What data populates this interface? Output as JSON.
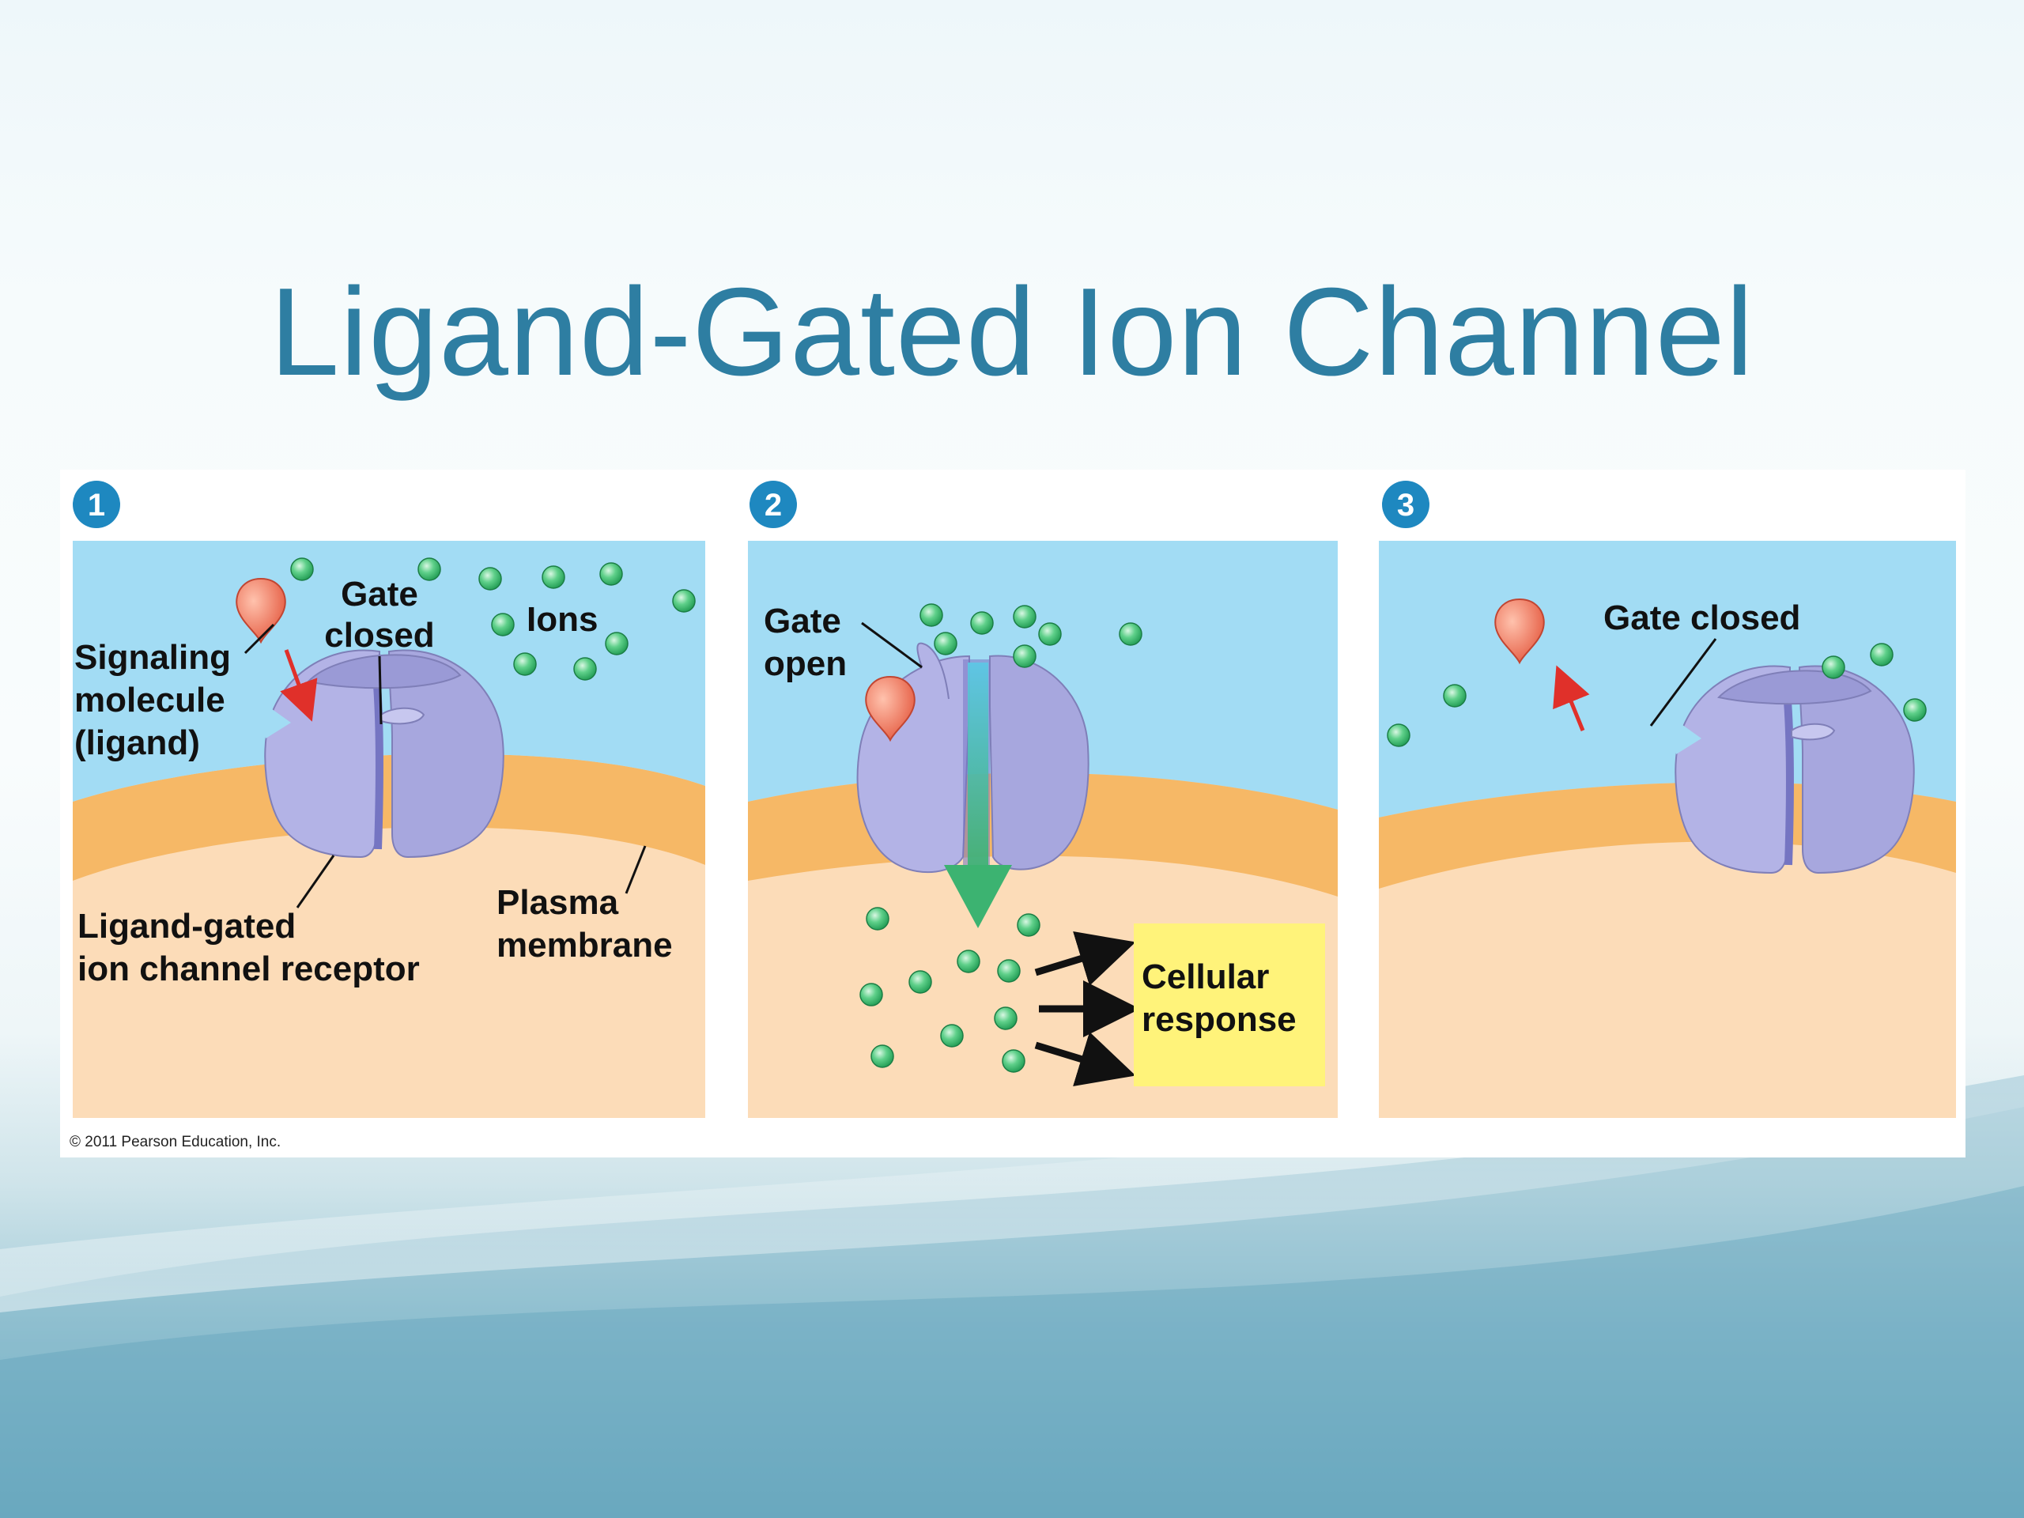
{
  "title": "Ligand-Gated Ion Channel",
  "copyright": "© 2011 Pearson Education, Inc.",
  "panels": [
    {
      "step": "1",
      "labels": {
        "gate": [
          "Gate",
          "closed"
        ],
        "ions": "Ions",
        "ligand": [
          "Signaling",
          "molecule",
          "(ligand)"
        ],
        "receptor": [
          "Ligand-gated",
          "ion channel receptor"
        ],
        "membrane": [
          "Plasma",
          "membrane"
        ]
      }
    },
    {
      "step": "2",
      "labels": {
        "gate": [
          "Gate",
          "open"
        ],
        "response": [
          "Cellular",
          "response"
        ]
      }
    },
    {
      "step": "3",
      "labels": {
        "gate": "Gate closed"
      }
    }
  ],
  "colors": {
    "extracellular": "#a2dcf4",
    "membrane": "#f6b866",
    "cytoplasm": "#fcdcb8",
    "channel": "#b3b3e6",
    "ligand": "#ee7d62",
    "ion": "#3cb371",
    "badge": "#1e88c0",
    "response_box": "#fff37a",
    "title": "#2e7ea2"
  }
}
